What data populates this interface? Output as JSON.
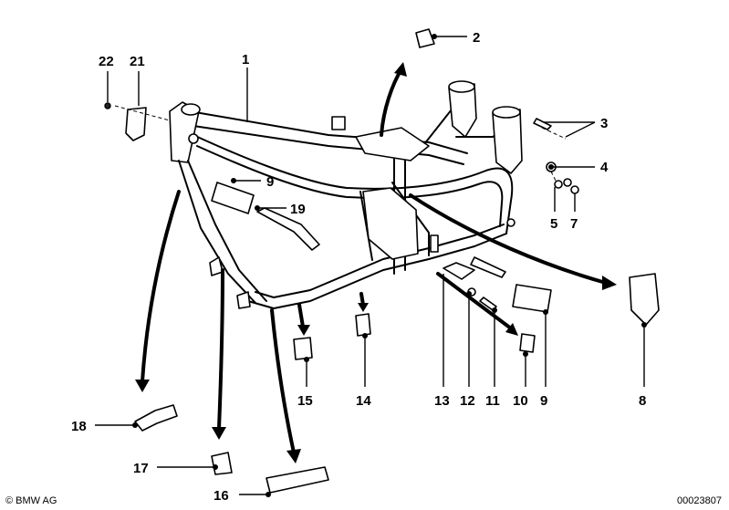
{
  "callouts": [
    "1",
    "2",
    "3",
    "4",
    "5",
    "7",
    "8",
    "9",
    "19",
    "22",
    "21",
    "13",
    "12",
    "11",
    "10",
    "9",
    "18",
    "17",
    "16",
    "15",
    "14"
  ],
  "footer": {
    "copyright": "© BMW AG",
    "doc_number": "00023807"
  },
  "colors": {
    "ink": "#000000",
    "paper": "#ffffff"
  }
}
